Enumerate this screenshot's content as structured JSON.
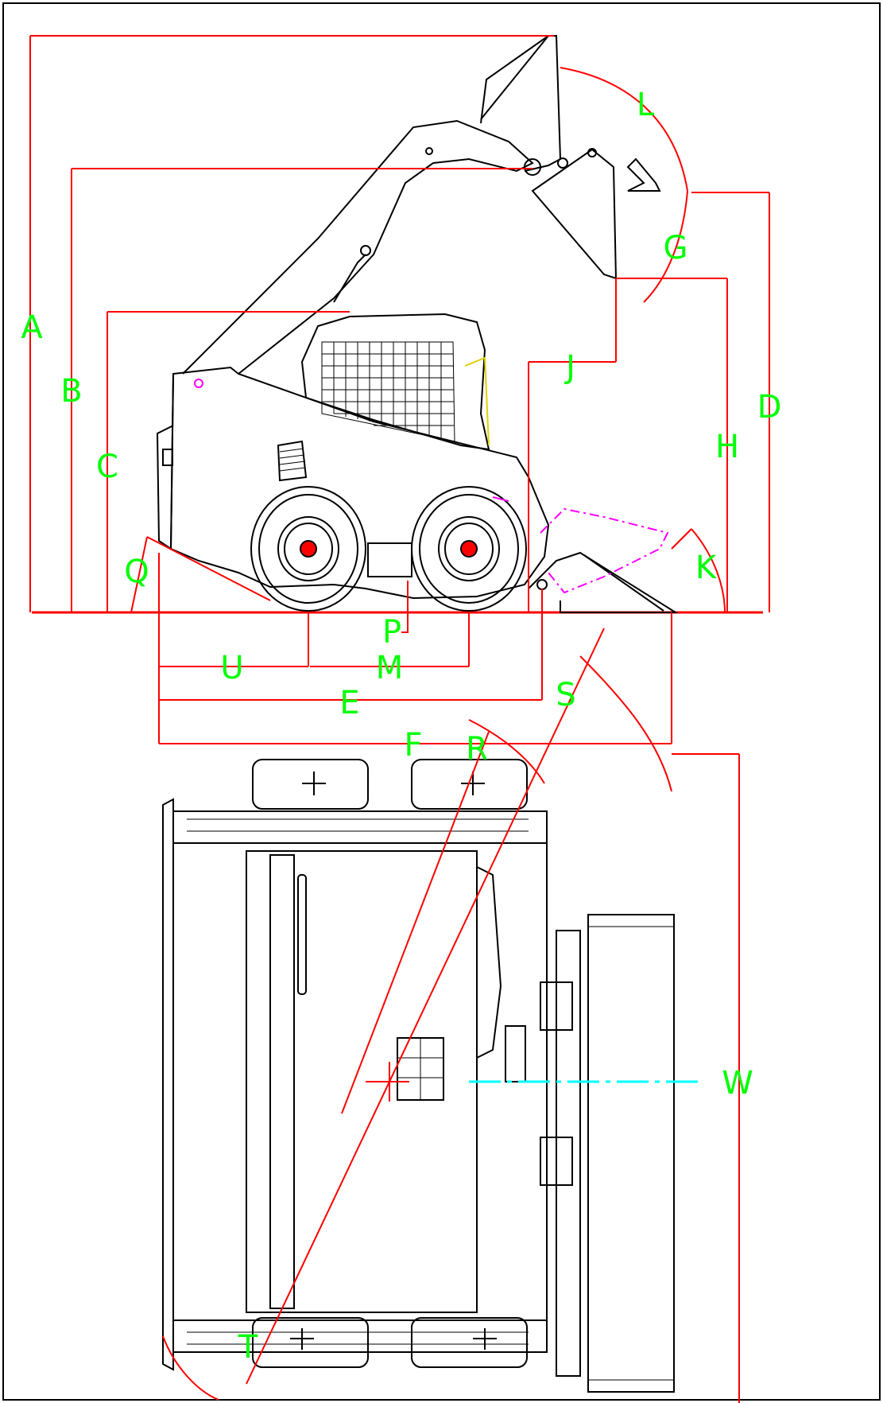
{
  "colors": {
    "dimension": "#ff0000",
    "label": "#00ff00",
    "outline": "#000000",
    "accent": "#ff00ff",
    "center_line": "#00ffff"
  },
  "labels": {
    "A": "A",
    "B": "B",
    "C": "C",
    "D": "D",
    "E": "E",
    "F": "F",
    "G": "G",
    "H": "H",
    "J": "J",
    "K": "K",
    "L": "L",
    "M": "M",
    "P": "P",
    "Q": "Q",
    "R": "R",
    "S": "S",
    "T": "T",
    "U": "U",
    "W": "W"
  }
}
